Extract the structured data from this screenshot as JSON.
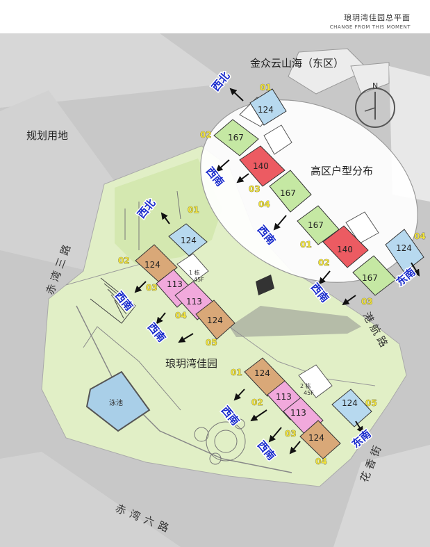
{
  "header": {
    "title": "琅玥湾佳园总平面",
    "subtitle": "CHANGE FROM THIS MOMENT"
  },
  "map_labels": {
    "north": "N",
    "neighbor": "金众云山海（东区）",
    "planned_land": "规划用地",
    "high_zone": "高区户型分布",
    "project": "琅玥湾佳园",
    "pool": "泳池",
    "building_1": "1 栋",
    "building_1_floors": "45F",
    "building_2": "2 栋",
    "building_2_floors": "45F"
  },
  "roads": {
    "chiwan_3": "赤湾三路",
    "chiwan_6": "赤湾六路",
    "ganghang": "港航路",
    "huaxiang": "花香街"
  },
  "units": {
    "high": [
      {
        "no": "01",
        "area": "124",
        "color": "#b7d9ef",
        "dir": "西北"
      },
      {
        "no": "02",
        "area": "167",
        "color": "#c5e8a3",
        "dir": "西南"
      },
      {
        "no": "03",
        "area": "140",
        "color": "#ec5b62",
        "dir": "西南"
      },
      {
        "no": "04",
        "area": "167",
        "color": "#c5e8a3",
        "dir": "西南"
      }
    ],
    "high_b": [
      {
        "no": "01",
        "area": "167",
        "color": "#c5e8a3",
        "dir": "西南"
      },
      {
        "no": "02",
        "area": "140",
        "color": "#ec5b62",
        "dir": "西南"
      },
      {
        "no": "03",
        "area": "167",
        "color": "#c5e8a3",
        "dir": "西南"
      },
      {
        "no": "04",
        "area": "124",
        "color": "#b7d9ef",
        "dir": "东南"
      }
    ],
    "b1": [
      {
        "no": "01",
        "area": "124",
        "color": "#b7d9ef",
        "dir": "西北"
      },
      {
        "no": "02",
        "area": "124",
        "color": "#d9a878"
      },
      {
        "no": "03",
        "area": "113",
        "color": "#f1a9dc",
        "dir": "西南"
      },
      {
        "no": "04",
        "area": "113",
        "color": "#f1a9dc",
        "dir": "西南"
      },
      {
        "no": "05",
        "area": "124",
        "color": "#d9a878"
      }
    ],
    "b2": [
      {
        "no": "01",
        "area": "124",
        "color": "#d9a878"
      },
      {
        "no": "02",
        "area": "113",
        "color": "#f1a9dc",
        "dir": "西南"
      },
      {
        "no": "03",
        "area": "113",
        "color": "#f1a9dc",
        "dir": "西南"
      },
      {
        "no": "04",
        "area": "124",
        "color": "#d9a878"
      },
      {
        "no": "05",
        "area": "124",
        "color": "#b7d9ef",
        "dir": "东南"
      }
    ]
  },
  "colors": {
    "site_green": "#e1efc6",
    "road_gray": "#c8c8c8",
    "direction_blue": "#1a2ccc",
    "unit_number_yellow": "#f0e23c"
  }
}
